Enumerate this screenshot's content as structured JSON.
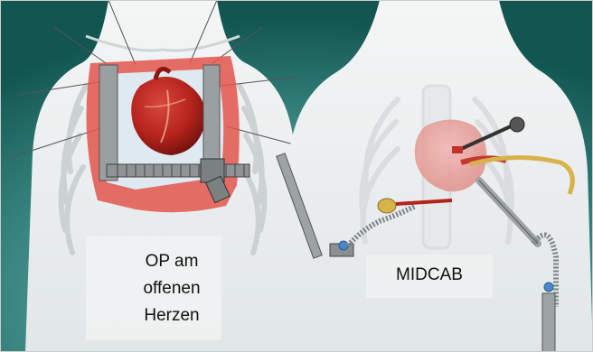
{
  "panels": {
    "left": {
      "caption_lines": [
        "OP am",
        "offenen",
        "Herzen"
      ]
    },
    "right": {
      "caption": "MIDCAB"
    }
  },
  "colors": {
    "background_teal": "#2f8c86",
    "background_dark": "#0f4d4a",
    "body_fill": "#e9ecec",
    "heart": "#b4231c",
    "wound": "#e2554c",
    "steel": "#8f9394",
    "tube_yellow": "#d8b24a"
  }
}
